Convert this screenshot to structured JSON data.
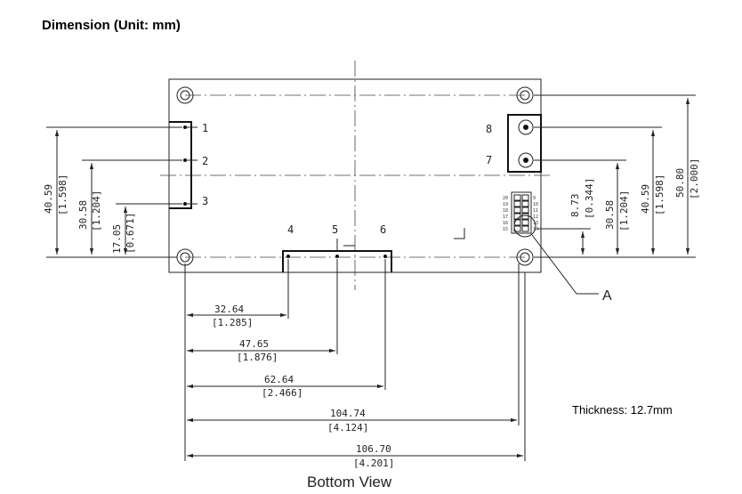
{
  "title": "Dimension (Unit: mm)",
  "thickness": "Thickness: 12.7mm",
  "caption": "Bottom View",
  "callouts": {
    "c1": "1",
    "c2": "2",
    "c3": "3",
    "c4": "4",
    "c5": "5",
    "c6": "6",
    "c7": "7",
    "c8": "8",
    "a": "A"
  },
  "pin_labels": {
    "p20": "20",
    "p19": "19",
    "p18": "18",
    "p17": "17",
    "p16": "16",
    "p15": "15",
    "p9": "9",
    "p10": "10",
    "p11": "11",
    "p12": "12",
    "p13": "13",
    "p14": "14"
  },
  "dimensions": {
    "left_40_59_mm": "40.59",
    "left_40_59_in": "[1.598]",
    "left_30_58_mm": "30.58",
    "left_30_58_in": "[1.204]",
    "left_17_05_mm": "17.05",
    "left_17_05_in": "[0.671]",
    "h_32_64_mm": "32.64",
    "h_32_64_in": "[1.285]",
    "h_47_65_mm": "47.65",
    "h_47_65_in": "[1.876]",
    "h_62_64_mm": "62.64",
    "h_62_64_in": "[2.466]",
    "h_104_74_mm": "104.74",
    "h_104_74_in": "[4.124]",
    "h_106_70_mm": "106.70",
    "h_106_70_in": "[4.201]",
    "r_8_73_mm": "8.73",
    "r_8_73_in": "[0.344]",
    "r_30_58_mm": "30.58",
    "r_30_58_in": "[1.204]",
    "r_40_59_mm": "40.59",
    "r_40_59_in": "[1.598]",
    "r_50_80_mm": "50.80",
    "r_50_80_in": "[2.000]"
  }
}
